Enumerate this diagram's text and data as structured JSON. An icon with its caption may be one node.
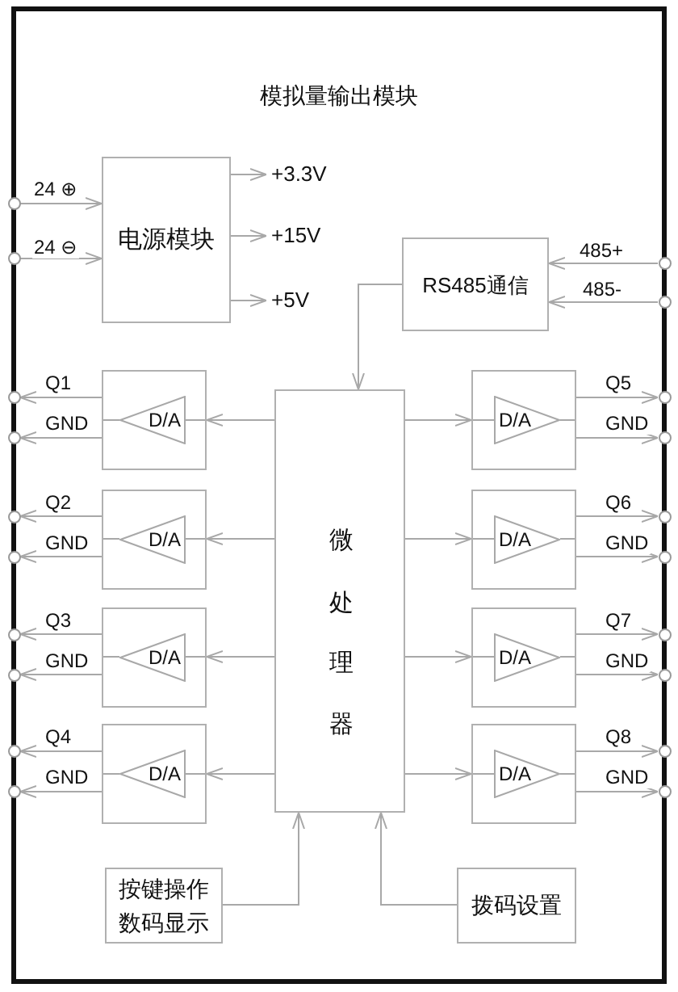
{
  "diagram": {
    "nodes": [
      {
        "text": [
          "模拟量输出模块"
        ]
      },
      {
        "text": [],
        "shape": "circle",
        "in": 0
      },
      {
        "text": [],
        "shape": "circle",
        "in": 0
      },
      {
        "text": [
          "电源模块"
        ],
        "in": 0
      },
      {
        "text": [
          "+3.3V"
        ],
        "in": 0
      },
      {
        "text": [
          "+15V"
        ],
        "in": 0
      },
      {
        "text": [
          "+5V"
        ],
        "in": 0
      },
      {
        "text": [
          "RS485通信"
        ],
        "in": 0
      },
      {
        "text": [],
        "shape": "circle",
        "in": 0
      },
      {
        "text": [],
        "shape": "circle",
        "in": 0
      },
      {
        "text": [
          "微处理器"
        ],
        "in": 0
      },
      {
        "text": [],
        "shape": "box",
        "in": 0
      },
      {
        "text": [
          "D/A"
        ],
        "in": 11
      },
      {
        "text": [],
        "shape": "circle",
        "in": 0
      },
      {
        "text": [],
        "shape": "circle",
        "in": 0
      },
      {
        "text": [],
        "shape": "box",
        "in": 0
      },
      {
        "text": [
          "D/A"
        ],
        "in": 15
      },
      {
        "text": [],
        "shape": "circle",
        "in": 0
      },
      {
        "text": [],
        "shape": "circle",
        "in": 0
      },
      {
        "text": [],
        "shape": "box",
        "in": 0
      },
      {
        "text": [
          "D/A"
        ],
        "in": 19
      },
      {
        "text": [],
        "shape": "circle",
        "in": 0
      },
      {
        "text": [],
        "shape": "circle",
        "in": 0
      },
      {
        "text": [],
        "shape": "box",
        "in": 0
      },
      {
        "text": [
          "D/A"
        ],
        "in": 23
      },
      {
        "text": [],
        "shape": "circle",
        "in": 0
      },
      {
        "text": [],
        "shape": "circle",
        "in": 0
      },
      {
        "text": [],
        "shape": "box",
        "in": 0
      },
      {
        "text": [
          "D/A"
        ],
        "in": 27
      },
      {
        "text": [],
        "shape": "circle",
        "in": 0
      },
      {
        "text": [],
        "shape": "circle",
        "in": 0
      },
      {
        "text": [],
        "shape": "box",
        "in": 0
      },
      {
        "text": [
          "D/A"
        ],
        "in": 31
      },
      {
        "text": [],
        "shape": "circle",
        "in": 0
      },
      {
        "text": [],
        "shape": "circle",
        "in": 0
      },
      {
        "text": [],
        "shape": "box",
        "in": 0
      },
      {
        "text": [
          "D/A"
        ],
        "in": 35
      },
      {
        "text": [],
        "shape": "circle",
        "in": 0
      },
      {
        "text": [],
        "shape": "circle",
        "in": 0
      },
      {
        "text": [],
        "shape": "box",
        "in": 0
      },
      {
        "text": [
          "D/A"
        ],
        "in": 39
      },
      {
        "text": [],
        "shape": "circle",
        "in": 0
      },
      {
        "text": [],
        "shape": "circle",
        "in": 0
      },
      {
        "text": [
          "按键操作数码显示"
        ],
        "in": 0
      },
      {
        "text": [
          "拨码设置"
        ],
        "in": 0
      }
    ],
    "edges": [
      {
        "from": 1,
        "to": 3,
        "arrow": "to",
        "label": "24 ⊕"
      },
      {
        "from": 2,
        "to": 3,
        "arrow": "to",
        "label": "24 ⊖"
      },
      {
        "from": 3,
        "to": 4,
        "arrow": "to"
      },
      {
        "from": 3,
        "to": 5,
        "arrow": "to"
      },
      {
        "from": 3,
        "to": 6,
        "arrow": "to"
      },
      {
        "from": 8,
        "to": 7,
        "arrow": "to",
        "label": "485+"
      },
      {
        "from": 9,
        "to": 7,
        "arrow": "to",
        "label": "485-"
      },
      {
        "from": 7,
        "to": 10,
        "arrow": "to"
      },
      {
        "from": 10,
        "to": 11,
        "arrow": "to"
      },
      {
        "from": 11,
        "to": 13,
        "arrow": "to",
        "label": "Q1"
      },
      {
        "from": 11,
        "to": 14,
        "arrow": "to",
        "label": "GND"
      },
      {
        "from": 10,
        "to": 15,
        "arrow": "to"
      },
      {
        "from": 15,
        "to": 17,
        "arrow": "to",
        "label": "Q5"
      },
      {
        "from": 15,
        "to": 18,
        "arrow": "to",
        "label": "GND"
      },
      {
        "from": 10,
        "to": 19,
        "arrow": "to"
      },
      {
        "from": 19,
        "to": 21,
        "arrow": "to",
        "label": "Q2"
      },
      {
        "from": 19,
        "to": 22,
        "arrow": "to",
        "label": "GND"
      },
      {
        "from": 10,
        "to": 23,
        "arrow": "to"
      },
      {
        "from": 23,
        "to": 25,
        "arrow": "to",
        "label": "Q6"
      },
      {
        "from": 23,
        "to": 26,
        "arrow": "to",
        "label": "GND"
      },
      {
        "from": 10,
        "to": 27,
        "arrow": "to"
      },
      {
        "from": 27,
        "to": 29,
        "arrow": "to",
        "label": "Q3"
      },
      {
        "from": 27,
        "to": 30,
        "arrow": "to",
        "label": "GND"
      },
      {
        "from": 10,
        "to": 31,
        "arrow": "to"
      },
      {
        "from": 31,
        "to": 33,
        "arrow": "to",
        "label": "Q7"
      },
      {
        "from": 31,
        "to": 34,
        "arrow": "to",
        "label": "GND"
      },
      {
        "from": 10,
        "to": 35,
        "arrow": "to"
      },
      {
        "from": 35,
        "to": 37,
        "arrow": "to",
        "label": "Q4"
      },
      {
        "from": 35,
        "to": 38,
        "arrow": "to",
        "label": "GND"
      },
      {
        "from": 10,
        "to": 39,
        "arrow": "to"
      },
      {
        "from": 39,
        "to": 41,
        "arrow": "to",
        "label": "Q8"
      },
      {
        "from": 39,
        "to": 42,
        "arrow": "to",
        "label": "GND"
      },
      {
        "from": 43,
        "to": 10,
        "arrow": "to"
      },
      {
        "from": 44,
        "to": 10,
        "arrow": "to"
      }
    ]
  }
}
